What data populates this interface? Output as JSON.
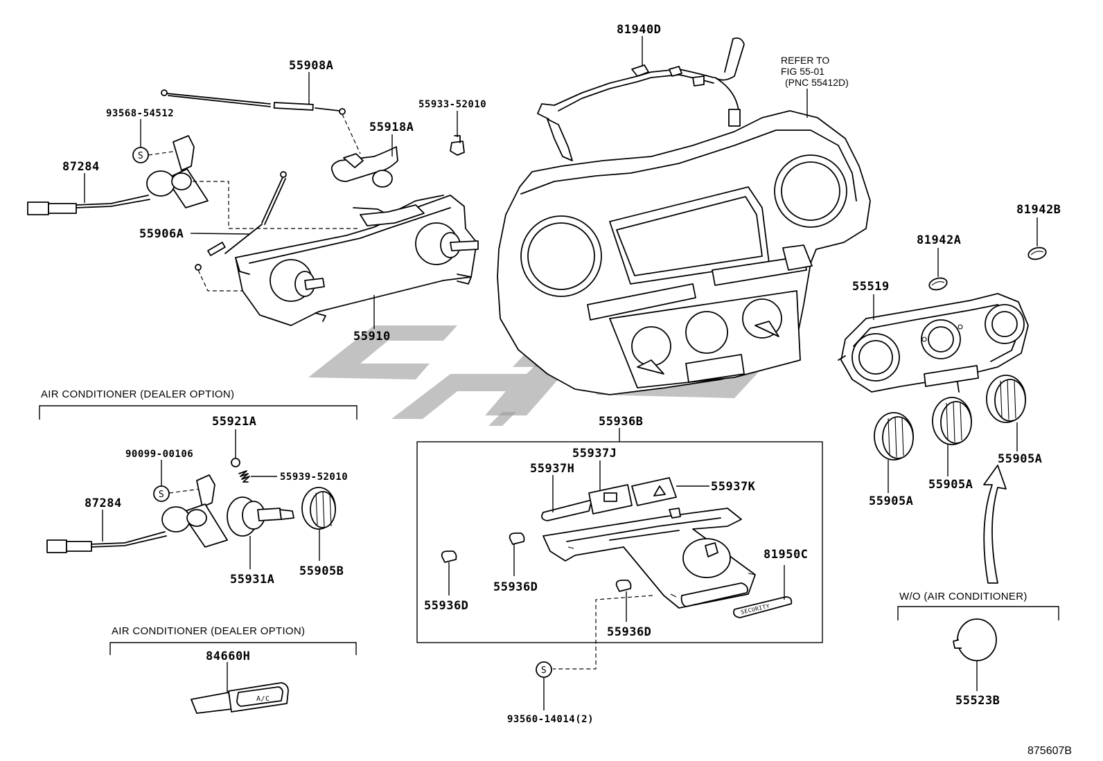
{
  "part_labels": {
    "p81940D": "81940D",
    "p55908A": "55908A",
    "p93568_54512": "93568-54512",
    "p55918A": "55918A",
    "p55933_52010": "55933-52010",
    "p87284_top": "87284",
    "p55906A": "55906A",
    "p55910": "55910",
    "p81942B": "81942B",
    "p81942A": "81942A",
    "p55519": "55519",
    "p55921A": "55921A",
    "p90099_00106": "90099-00106",
    "p55939_52010": "55939-52010",
    "p87284_bottom": "87284",
    "p55931A": "55931A",
    "p55905B": "55905B",
    "p84660H": "84660H",
    "p55936B": "55936B",
    "p55937J": "55937J",
    "p55937H": "55937H",
    "p55937K": "55937K",
    "p81950C": "81950C",
    "p55936D_a": "55936D",
    "p55936D_b": "55936D",
    "p55936D_c": "55936D",
    "p93560_14014": "93560-14014(2)",
    "p55905A_a": "55905A",
    "p55905A_b": "55905A",
    "p55905A_c": "55905A",
    "p55523B": "55523B"
  },
  "sections": {
    "ac_option_1": "AIR CONDITIONER (DEALER OPTION)",
    "ac_option_2": "AIR CONDITIONER (DEALER OPTION)",
    "wo_ac": "W/O (AIR CONDITIONER)"
  },
  "reference_note": {
    "line1": "REFER TO",
    "line2": "FIG 55-01",
    "line3": "(PNC 55412D)"
  },
  "inline_text": {
    "security_plate": "SECURITY",
    "ac_switch": "A/C",
    "screw_symbol": "S"
  },
  "figure_id": "875607B",
  "colors": {
    "line": "#000000",
    "watermark": "#9a9a9a",
    "background": "#ffffff"
  }
}
